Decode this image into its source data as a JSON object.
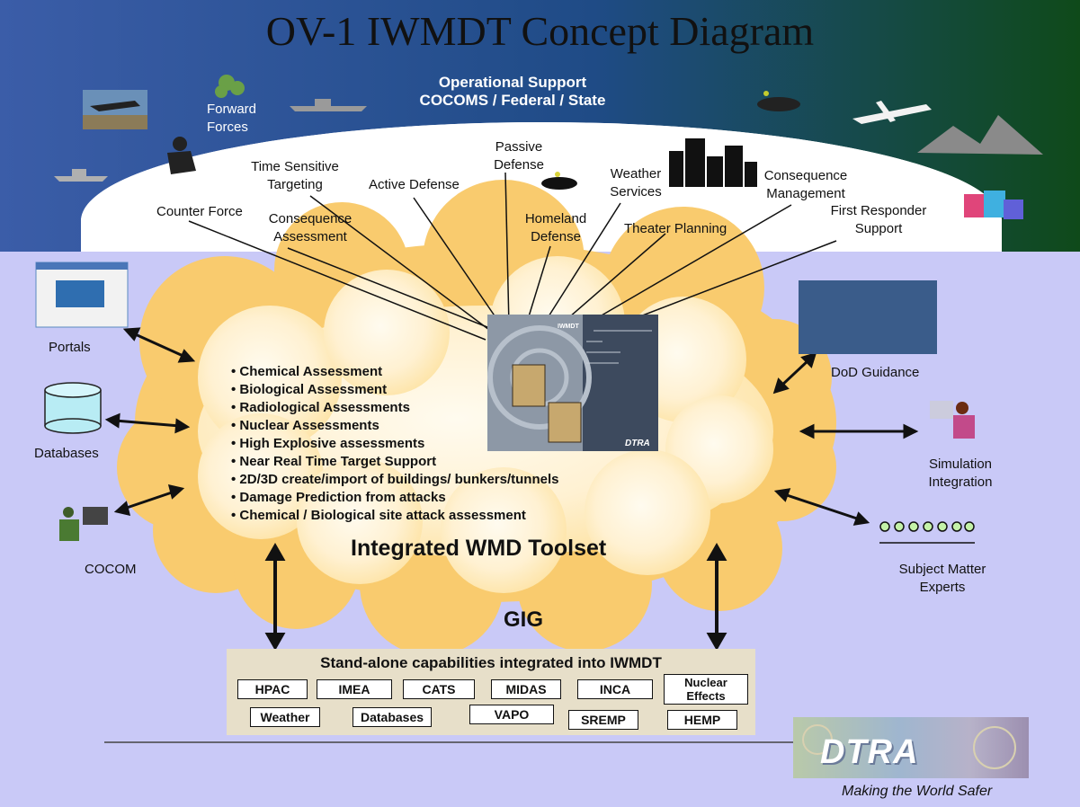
{
  "title": "OV-1 IWMDT Concept Diagram",
  "operational_support": {
    "line1": "Operational Support",
    "line2": "COCOMS / Federal / State"
  },
  "forward_forces": {
    "line1": "Forward",
    "line2": "Forces"
  },
  "missions": {
    "counter_force": "Counter Force",
    "time_sensitive": [
      "Time Sensitive",
      "Targeting"
    ],
    "consequence_assessment": [
      "Consequence",
      "Assessment"
    ],
    "active_defense": "Active Defense",
    "passive_defense": [
      "Passive",
      "Defense"
    ],
    "homeland_defense": [
      "Homeland",
      "Defense"
    ],
    "weather_services": [
      "Weather",
      "Services"
    ],
    "theater_planning": "Theater Planning",
    "consequence_management": [
      "Consequence",
      "Management"
    ],
    "first_responder": [
      "First Responder",
      "Support"
    ]
  },
  "left_nodes": {
    "portals": "Portals",
    "databases": "Databases",
    "cocom": "COCOM"
  },
  "right_nodes": {
    "dod_guidance": "DoD Guidance",
    "simulation": [
      "Simulation",
      "Integration"
    ],
    "sme": [
      "Subject Matter",
      "Experts"
    ]
  },
  "capabilities": [
    "Chemical Assessment",
    "Biological Assessment",
    "Radiological Assessments",
    "Nuclear Assessments",
    "High Explosive assessments",
    "Near Real Time Target Support",
    "2D/3D create/import of buildings/ bunkers/tunnels",
    "Damage Prediction from attacks",
    "Chemical / Biological site attack assessment"
  ],
  "toolset_label": "Integrated WMD Toolset",
  "gig_label": "GIG",
  "screen": {
    "brand": "IWMDT",
    "logo": "DTRA"
  },
  "standalone": {
    "title": "Stand-alone capabilities integrated into IWMDT",
    "tools": {
      "hpac": "HPAC",
      "imea": "IMEA",
      "cats": "CATS",
      "midas": "MIDAS",
      "inca": "INCA",
      "nuclear_effects": [
        "Nuclear",
        "Effects"
      ],
      "weather": "Weather",
      "databases": "Databases",
      "vapo": "VAPO",
      "sremp": "SREMP",
      "hemp": "HEMP"
    }
  },
  "footer": {
    "logo": "DTRA",
    "tagline": "Making the World Safer"
  },
  "colors": {
    "header_left": "#3b5da8",
    "header_mid": "#1f4b86",
    "header_right": "#114a1c",
    "background": "#c9c9f7",
    "cloud": "#fbd27a",
    "cloud_inner": "#fff4dc"
  }
}
